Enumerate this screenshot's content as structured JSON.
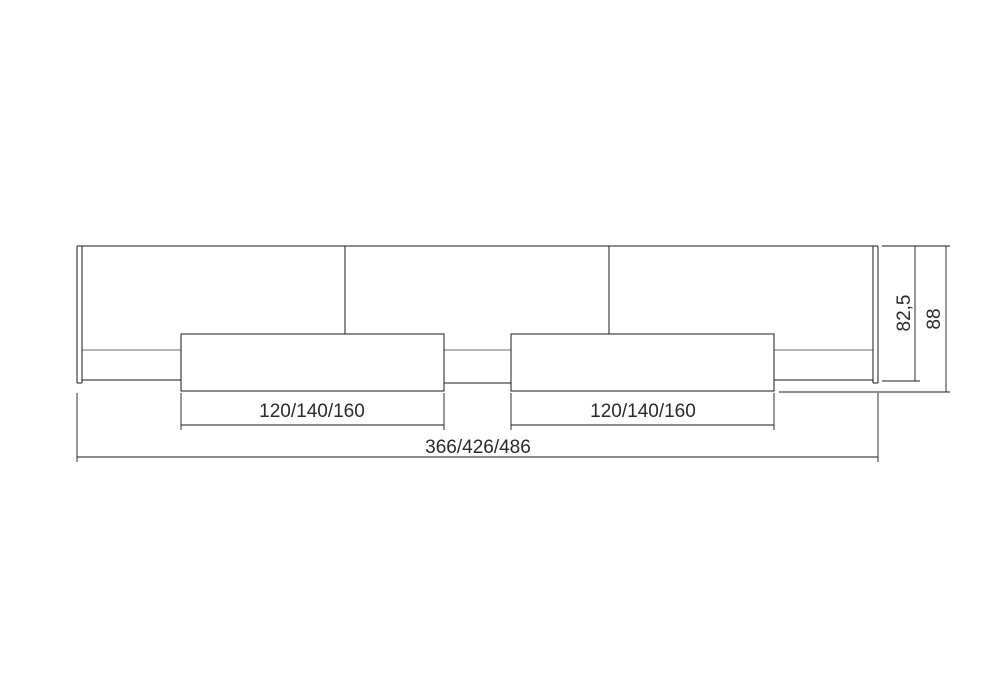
{
  "dimensions": {
    "module_width_left": "120/140/160",
    "module_width_right": "120/140/160",
    "total_width": "366/426/486",
    "inner_height": "82,5",
    "total_height": "88"
  }
}
